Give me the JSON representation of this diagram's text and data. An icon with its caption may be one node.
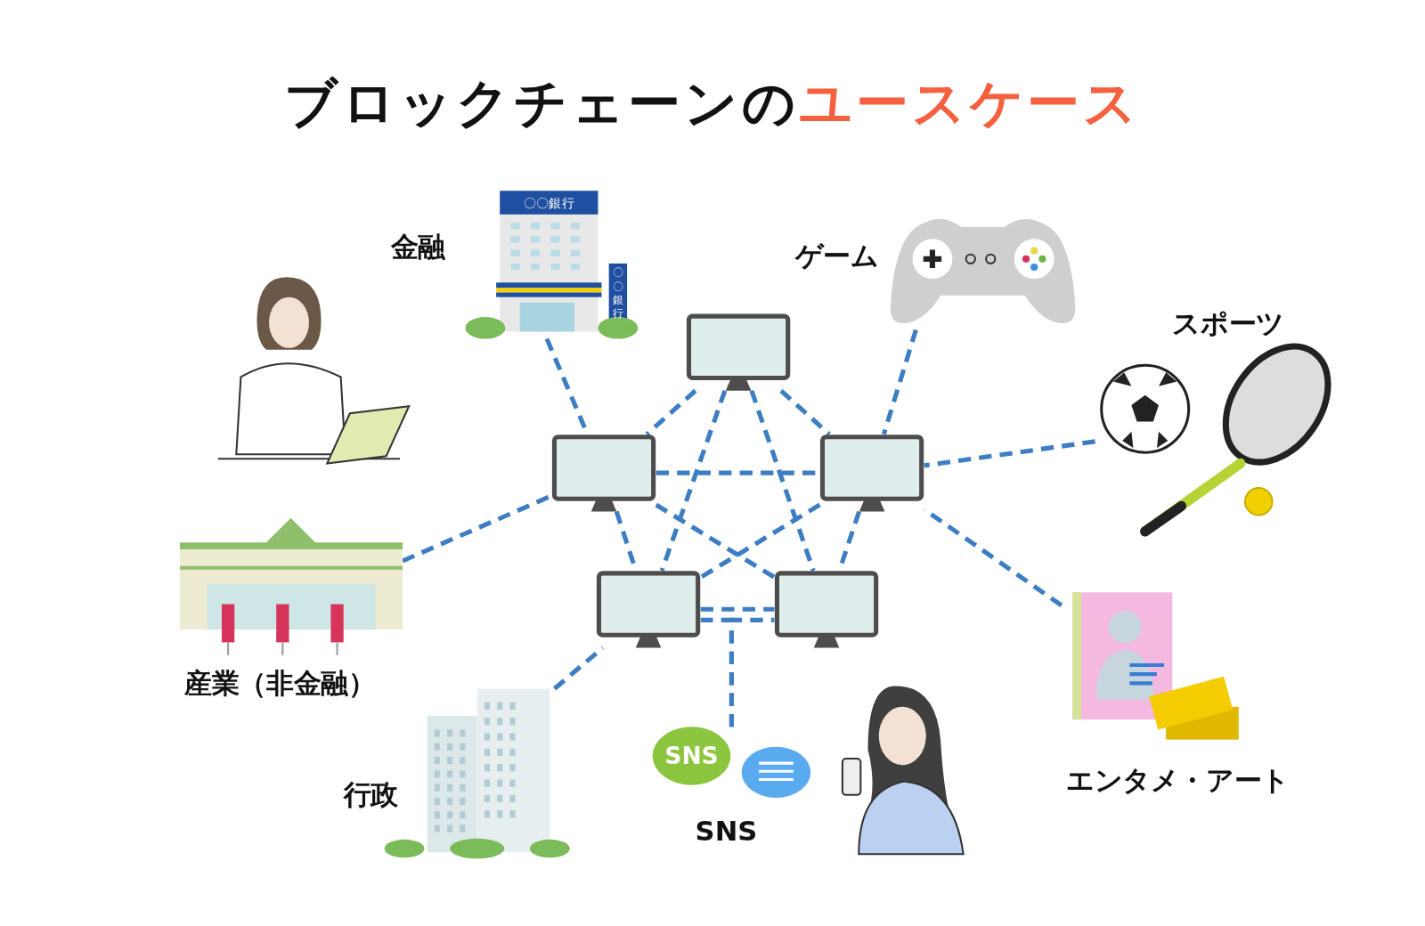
{
  "diagram": {
    "title": "ブロックチェーンの**ユースケース**",
    "nodes": [
      {
        "text": [
          "金融"
        ]
      },
      {
        "text": [
          "ゲーム"
        ]
      },
      {
        "text": [
          "スポーツ"
        ]
      },
      {
        "text": [
          "産業（非金融）"
        ]
      },
      {
        "text": [
          "エンタメ・アート"
        ]
      },
      {
        "text": [
          "行政"
        ]
      },
      {
        "text": [
          "SNS"
        ]
      },
      {
        "text": [],
        "shape": "monitor"
      },
      {
        "text": [],
        "shape": "monitor"
      },
      {
        "text": [],
        "shape": "monitor"
      },
      {
        "text": [],
        "shape": "monitor"
      },
      {
        "text": [],
        "shape": "monitor"
      }
    ],
    "edges": [
      {
        "from": 0,
        "to": 8,
        "arrow": "none",
        "style": "dashed"
      },
      {
        "from": 1,
        "to": 9,
        "arrow": "none",
        "style": "dashed"
      },
      {
        "from": 2,
        "to": 9,
        "arrow": "none",
        "style": "dashed"
      },
      {
        "from": 3,
        "to": 8,
        "arrow": "none",
        "style": "dashed"
      },
      {
        "from": 4,
        "to": 9,
        "arrow": "none",
        "style": "dashed"
      },
      {
        "from": 5,
        "to": 10,
        "arrow": "none",
        "style": "dashed"
      },
      {
        "from": 6,
        "to": 10,
        "arrow": "none",
        "style": "dashed"
      },
      {
        "from": 6,
        "to": 11,
        "arrow": "none",
        "style": "dashed"
      },
      {
        "from": 7,
        "to": 8,
        "arrow": "none",
        "style": "dashed"
      },
      {
        "from": 7,
        "to": 9,
        "arrow": "none",
        "style": "dashed"
      },
      {
        "from": 7,
        "to": 10,
        "arrow": "none",
        "style": "dashed"
      },
      {
        "from": 7,
        "to": 11,
        "arrow": "none",
        "style": "dashed"
      },
      {
        "from": 8,
        "to": 9,
        "arrow": "none",
        "style": "dashed"
      },
      {
        "from": 8,
        "to": 10,
        "arrow": "none",
        "style": "dashed"
      },
      {
        "from": 8,
        "to": 11,
        "arrow": "none",
        "style": "dashed"
      },
      {
        "from": 9,
        "to": 10,
        "arrow": "none",
        "style": "dashed"
      },
      {
        "from": 9,
        "to": 11,
        "arrow": "none",
        "style": "dashed"
      },
      {
        "from": 10,
        "to": 11,
        "arrow": "none",
        "style": "dashed"
      }
    ],
    "labels": [
      "〇〇銀行",
      "〇〇銀行",
      "SNS"
    ]
  }
}
